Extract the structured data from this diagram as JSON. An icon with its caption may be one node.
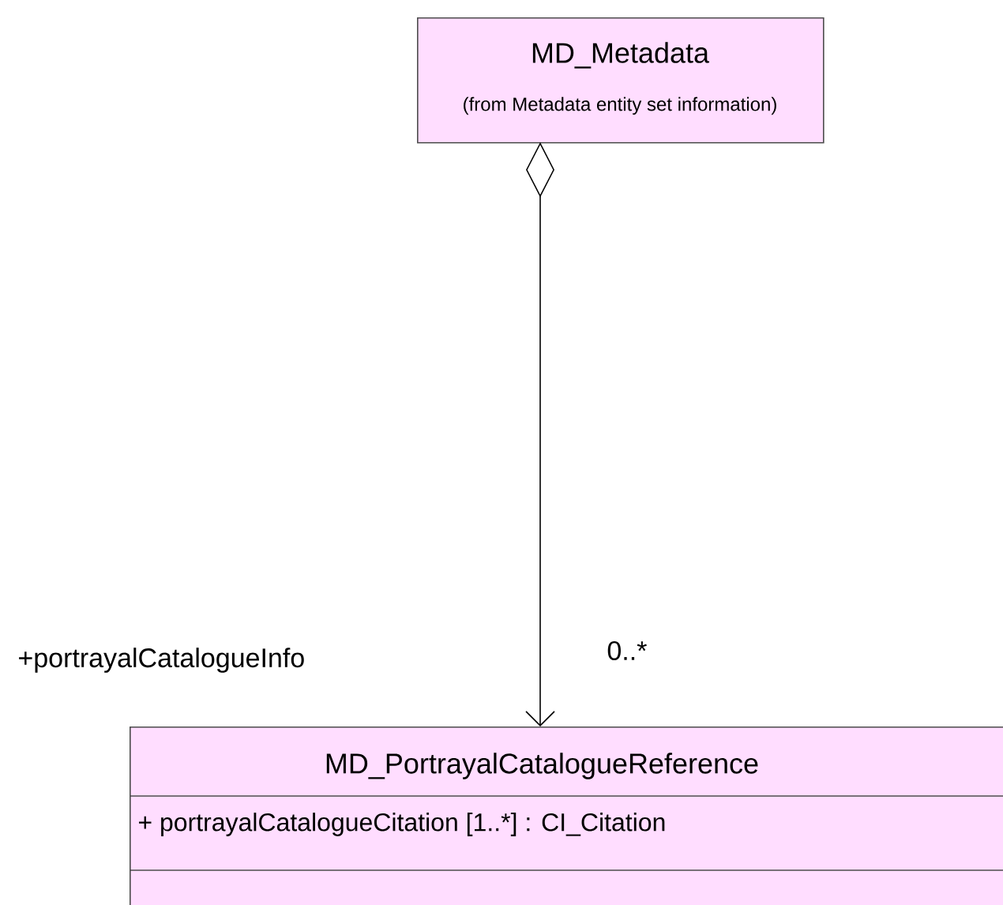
{
  "diagram": {
    "nodes": [
      {
        "text": [
          "MD_Metadata",
          "(from Metadata entity set information)"
        ]
      },
      {
        "text": [
          "MD_PortrayalCatalogueReference",
          "+ portrayalCatalogueCitation [1..*] : CI_Citation"
        ]
      }
    ],
    "edges": [
      {
        "from": 0,
        "to": 1,
        "arrow": "to"
      }
    ],
    "labels": [
      "+portrayalCatalogueInfo",
      "0..*"
    ]
  }
}
